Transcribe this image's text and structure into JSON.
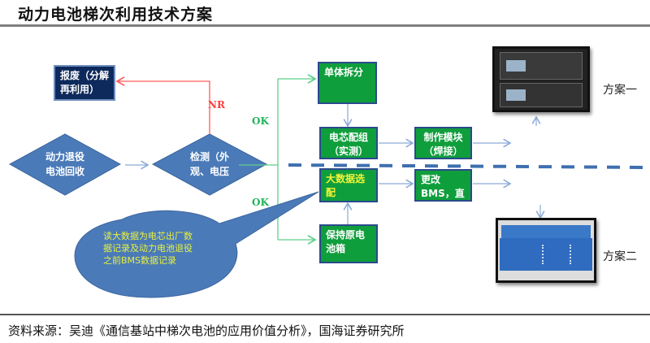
{
  "title": "动力电池梯次利用技术方案",
  "nodes": {
    "scrap": "报废（分解再利用）",
    "recycle": "动力退役电池回收",
    "inspect": "检测（外观、电压",
    "split": "单体拆分",
    "group": "电芯配组（实测）",
    "module": "制作模块（焊接）",
    "bigdata": "大数据选配",
    "bms": "更改BMS，直接输出",
    "keep": "保持原电池箱"
  },
  "labels": {
    "nr": "NR",
    "ok_upper": "OK",
    "ok_lower": "OK"
  },
  "callout": "读大数据为电芯出厂数据记录及动力电池退役之前BMS数据记录",
  "schemes": {
    "one": "方案一",
    "two": "方案二"
  },
  "photos": {
    "one": "rack-battery-photo",
    "two": "blue-battery-box-photo"
  },
  "colors": {
    "green_box": "#0f9e3c",
    "navy_box": "#0e2a5c",
    "diamond": "#4a7ab8",
    "nr_line": "#ff5a5a",
    "ok_line": "#5ed08a",
    "arrow": "#8aaad6",
    "dash": "#3e6fb0",
    "highlight_text": "#e8f040"
  },
  "source": "资料来源：吴迪《通信基站中梯次电池的应用价值分析》，国海证券研究所"
}
